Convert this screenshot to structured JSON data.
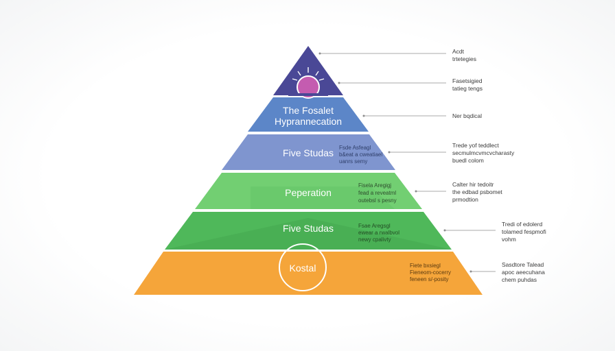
{
  "colors": {
    "tier1": "#4a4896",
    "tier2": "#5c86c8",
    "tier3": "#7f95cf",
    "tier4": "#72cf72",
    "tier5": "#4fb85a",
    "tier6": "#f5a53a",
    "sun": "#c45cb0",
    "label_dark": "#2f3f7a",
    "label_green": "#ffffff",
    "label_orange": "#ffffff"
  },
  "tiers": [
    {
      "label": "",
      "notes": []
    },
    {
      "label_lines": [
        "The Fosalet",
        "Hyprannecation"
      ],
      "notes": []
    },
    {
      "label": "Five Studas",
      "notes": [
        "Fsde Asfeagl",
        "b&eat a cweatiael",
        "uanrs semy"
      ]
    },
    {
      "label": "Peperation",
      "notes": [
        "Fisela Aregigj",
        "fead a reveatml",
        "outebsl s pesny"
      ]
    },
    {
      "label": "Five Studas",
      "notes": [
        "Fsae Aregsgl",
        "ewear a rwalbvol",
        "newy cpalivty"
      ]
    },
    {
      "label": "Kostal",
      "notes": [
        "Fiete bxsiegl",
        "Fieneom-cocerry",
        "feneen s/-posity"
      ]
    }
  ],
  "side_notes": [
    [
      "Acdt",
      "trtetegies"
    ],
    [
      "Fasetsigied",
      "tatieg tengs"
    ],
    [
      "Ner bqdical"
    ],
    [
      "Trede yof teddlect",
      "secmulmcvmcvcharasty",
      "buedl colom"
    ],
    [
      "Calter hir tedoitr",
      "the edbad psbomet",
      "prmodtion"
    ],
    [
      "Tredi of edolerd",
      "tolamed fespmofi",
      "vohm"
    ],
    [
      "Sasdtore Talead",
      "apoc aeecuhana",
      "chem puhdas"
    ]
  ]
}
